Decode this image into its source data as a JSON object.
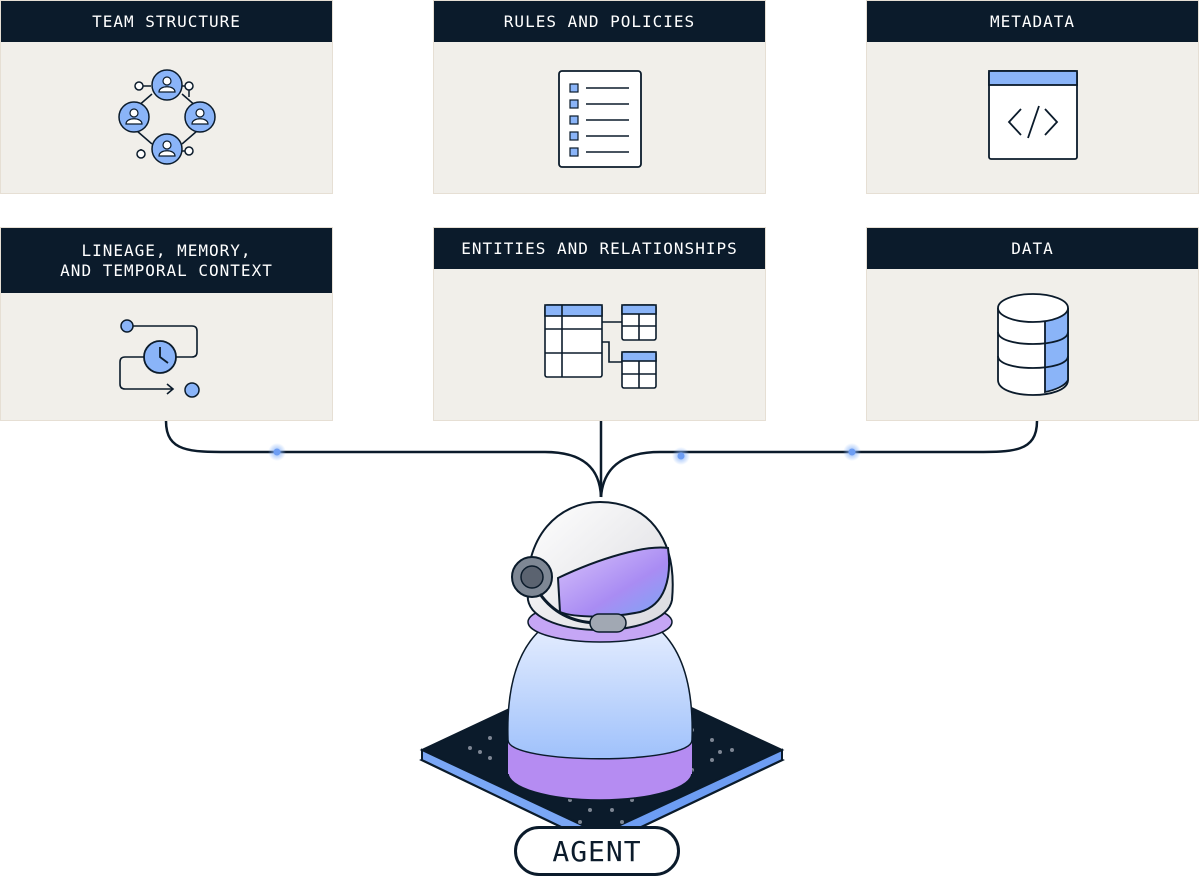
{
  "cards": [
    {
      "title_lines": [
        "TEAM STRUCTURE"
      ],
      "icon": "team-network-icon"
    },
    {
      "title_lines": [
        "RULES AND POLICIES"
      ],
      "icon": "checklist-document-icon"
    },
    {
      "title_lines": [
        "METADATA"
      ],
      "icon": "code-window-icon"
    },
    {
      "title_lines": [
        "LINEAGE, MEMORY,",
        "AND TEMPORAL CONTEXT"
      ],
      "icon": "timeline-clock-icon"
    },
    {
      "title_lines": [
        "ENTITIES AND RELATIONSHIPS"
      ],
      "icon": "linked-tables-icon"
    },
    {
      "title_lines": [
        "DATA"
      ],
      "icon": "database-icon"
    }
  ],
  "agent": {
    "label": "AGENT",
    "icon": "astronaut-agent-icon"
  },
  "colors": {
    "header_bg": "#0b1b2b",
    "card_bg": "#f1efea",
    "accent_blue": "#8ab4f8",
    "accent_purple": "#b58cf2",
    "line": "#0b1b2b"
  }
}
